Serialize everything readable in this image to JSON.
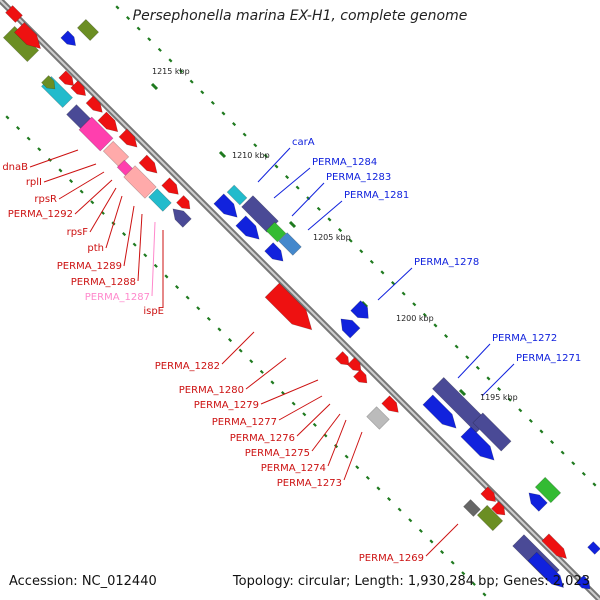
{
  "title": "Persephonella marina EX-H1, complete genome",
  "accession": "Accession: NC_012440",
  "topology": "Topology: circular; Length: 1,930,284 bp; Genes: 2,023",
  "colors": {
    "red": "#ee1111",
    "blue": "#1122dd",
    "purple": "#4a4a96",
    "pink": "#ff3fae",
    "light_pink": "#ffaaaa",
    "cyan": "#22bbcc",
    "olive": "#6b8e23",
    "green": "#33bb33",
    "grey": "#bbbbbb",
    "dark_grey": "#666666",
    "tick": "#1f7a1f"
  },
  "scale_labels": [
    "1215 kbp",
    "1210 kbp",
    "1205 kbp",
    "1200 kbp",
    "1195 kbp"
  ],
  "top_labels": [
    {
      "text": "carA",
      "color": "#1122dd"
    },
    {
      "text": "PERMA_1284",
      "color": "#1122dd"
    },
    {
      "text": "PERMA_1283",
      "color": "#1122dd"
    },
    {
      "text": "PERMA_1281",
      "color": "#1122dd"
    },
    {
      "text": "PERMA_1278",
      "color": "#1122dd"
    },
    {
      "text": "PERMA_1272",
      "color": "#1122dd"
    },
    {
      "text": "PERMA_1271",
      "color": "#1122dd"
    }
  ],
  "bottom_labels": [
    {
      "text": "dnaB",
      "color": "#cc1111"
    },
    {
      "text": "rplI",
      "color": "#cc1111"
    },
    {
      "text": "rpsR",
      "color": "#cc1111"
    },
    {
      "text": "PERMA_1292",
      "color": "#cc1111"
    },
    {
      "text": "rpsF",
      "color": "#cc1111"
    },
    {
      "text": "pth",
      "color": "#cc1111"
    },
    {
      "text": "PERMA_1289",
      "color": "#cc1111"
    },
    {
      "text": "PERMA_1288",
      "color": "#cc1111"
    },
    {
      "text": "PERMA_1287",
      "color": "#ff88cc"
    },
    {
      "text": "ispE",
      "color": "#cc1111"
    },
    {
      "text": "PERMA_1282",
      "color": "#cc1111"
    },
    {
      "text": "PERMA_1280",
      "color": "#cc1111"
    },
    {
      "text": "PERMA_1279",
      "color": "#cc1111"
    },
    {
      "text": "PERMA_1277",
      "color": "#cc1111"
    },
    {
      "text": "PERMA_1276",
      "color": "#cc1111"
    },
    {
      "text": "PERMA_1275",
      "color": "#cc1111"
    },
    {
      "text": "PERMA_1274",
      "color": "#cc1111"
    },
    {
      "text": "PERMA_1273",
      "color": "#cc1111"
    },
    {
      "text": "PERMA_1269",
      "color": "#cc1111"
    }
  ]
}
